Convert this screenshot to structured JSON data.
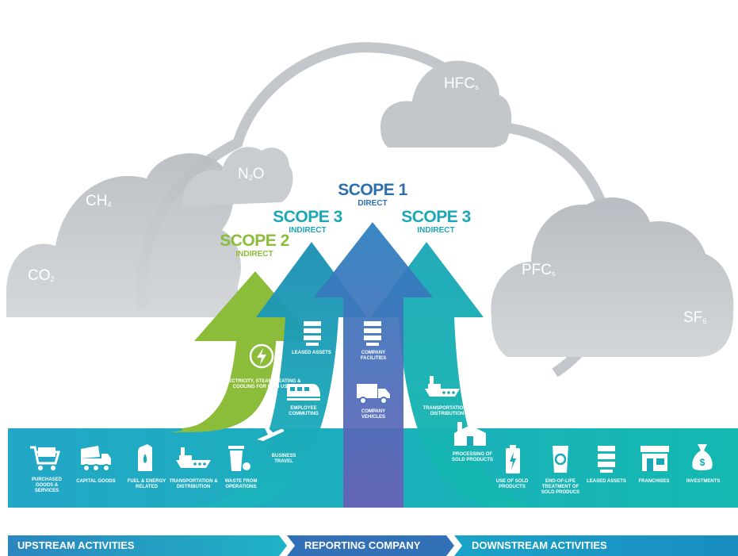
{
  "gases": {
    "co2": {
      "base": "CO",
      "sub": "2"
    },
    "ch4": {
      "base": "CH",
      "sub": "4"
    },
    "n2o": {
      "pre": "N",
      "sub": "2",
      "post": "O"
    },
    "hfcs": {
      "base": "HFC",
      "sub": "s"
    },
    "pfcs": {
      "base": "PFC",
      "sub": "s"
    },
    "sf6": {
      "base": "SF",
      "sub": "6"
    }
  },
  "scopes": {
    "scope1": {
      "title": "SCOPE 1",
      "subtitle": "DIRECT",
      "color": "#2c6fae"
    },
    "scope2": {
      "title": "SCOPE 2",
      "subtitle": "INDIRECT",
      "color": "#8bbd3a"
    },
    "scope3_left": {
      "title": "SCOPE 3",
      "subtitle": "INDIRECT",
      "color": "#1aa7b8"
    },
    "scope3_right": {
      "title": "SCOPE 3",
      "subtitle": "INDIRECT",
      "color": "#1aa7b8"
    }
  },
  "upstream_items": [
    {
      "label": "PURCHASED GOODS & SERVICES",
      "icon": "shopping-cart-icon"
    },
    {
      "label": "CAPITAL GOODS",
      "icon": "dump-truck-icon"
    },
    {
      "label": "FUEL & ENERGY RELATED",
      "icon": "fuel-can-icon"
    },
    {
      "label": "TRANSPORTATION & DISTRIBUTION",
      "icon": "cargo-ship-icon"
    },
    {
      "label": "WASTE FROM OPERATIONS",
      "icon": "waste-bin-icon"
    },
    {
      "label": "BUSINESS TRAVEL",
      "icon": "airplane-icon"
    },
    {
      "label": "EMPLOYEE COMMUTING",
      "icon": "train-icon"
    },
    {
      "label": "LEASED ASSETS",
      "icon": "building-icon"
    }
  ],
  "scope2_item": {
    "label": "ELECTRICITY, STEAM, HEATING & COOLING FOR OWN USE",
    "icon": "lightning-icon"
  },
  "company_items": [
    {
      "label": "COMPANY FACILITIES",
      "icon": "building-icon"
    },
    {
      "label": "COMPANY VEHICLES",
      "icon": "truck-icon"
    }
  ],
  "downstream_items": [
    {
      "label": "TRANSPORTATION & DISTRIBUTION",
      "icon": "cargo-ship-icon"
    },
    {
      "label": "PROCESSING OF SOLD PRODUCTS",
      "icon": "factory-icon"
    },
    {
      "label": "USE OF SOLD PRODUCTS",
      "icon": "battery-icon"
    },
    {
      "label": "END-OF-LIFE TREATMENT OF SOLD PRODUCS",
      "icon": "recycle-bin-icon"
    },
    {
      "label": "LEASED ASSETS",
      "icon": "building-icon"
    },
    {
      "label": "FRANCHISES",
      "icon": "storefront-icon"
    },
    {
      "label": "INVESTMENTS",
      "icon": "money-bag-icon"
    }
  ],
  "footer": {
    "upstream": "UPSTREAM ACTIVITIES",
    "reporting": "REPORTING COMPANY",
    "downstream": "DOWNSTREAM ACTIVITIES"
  },
  "colors": {
    "cloud": "#c6c9cd",
    "teal": "#1aa7b8",
    "green": "#8bbd3a",
    "blue": "#2c6fae",
    "purple": "#6a5fb5"
  }
}
